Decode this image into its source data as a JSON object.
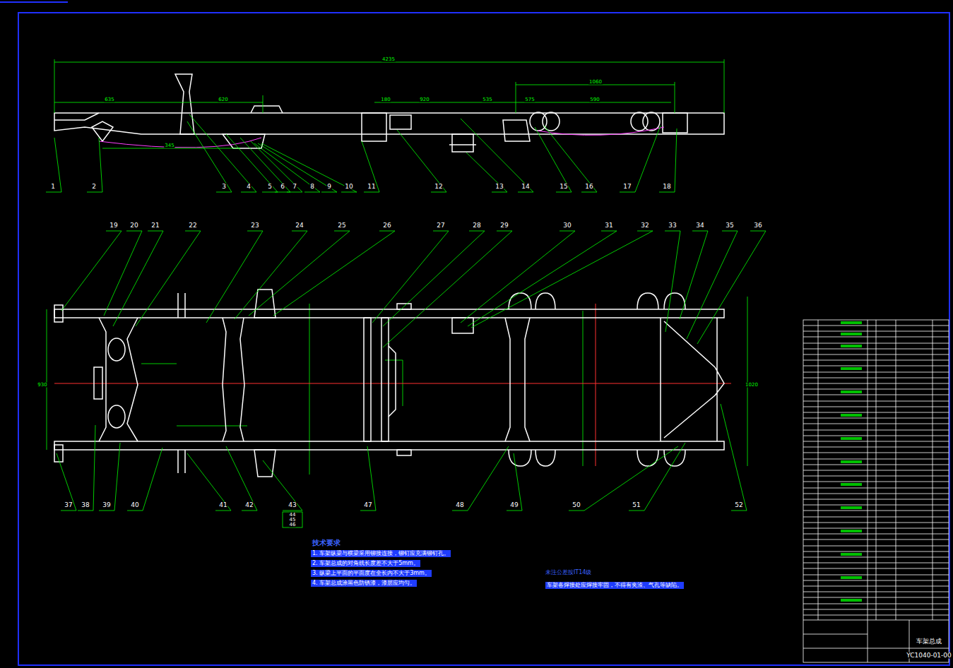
{
  "diagram": {
    "labels": [
      "1",
      "2",
      "3",
      "4",
      "5",
      "6",
      "7",
      "8",
      "9",
      "10",
      "11",
      "12",
      "13",
      "14",
      "15",
      "16",
      "17",
      "18",
      "19",
      "20",
      "21",
      "22",
      "23",
      "24",
      "25",
      "26",
      "27",
      "28",
      "29",
      "30",
      "31",
      "32",
      "33",
      "34",
      "35",
      "36",
      "37",
      "38",
      "39",
      "40",
      "41",
      "42",
      "43",
      "44",
      "45",
      "46",
      "47",
      "48",
      "49",
      "50",
      "51",
      "52",
      "4235",
      "635",
      "620",
      "345",
      "180",
      "920",
      "535",
      "575",
      "590",
      "1060",
      "930",
      "1020",
      "技术要求",
      "1. 车架纵梁与横梁采用铆接连接，铆钉应充满铆钉孔。",
      "2. 车架总成的对角线长度差不大于5mm。",
      "3. 纵梁上平面的平面度在全长内不大于3mm。",
      "4. 车架总成涂黑色防锈漆，漆层应均匀。",
      "未注公差按IT14级",
      "车架各焊接处应焊接牢固，不得有夹渣、气孔等缺陷。",
      "车架总成",
      "YC1040-01-00"
    ]
  }
}
